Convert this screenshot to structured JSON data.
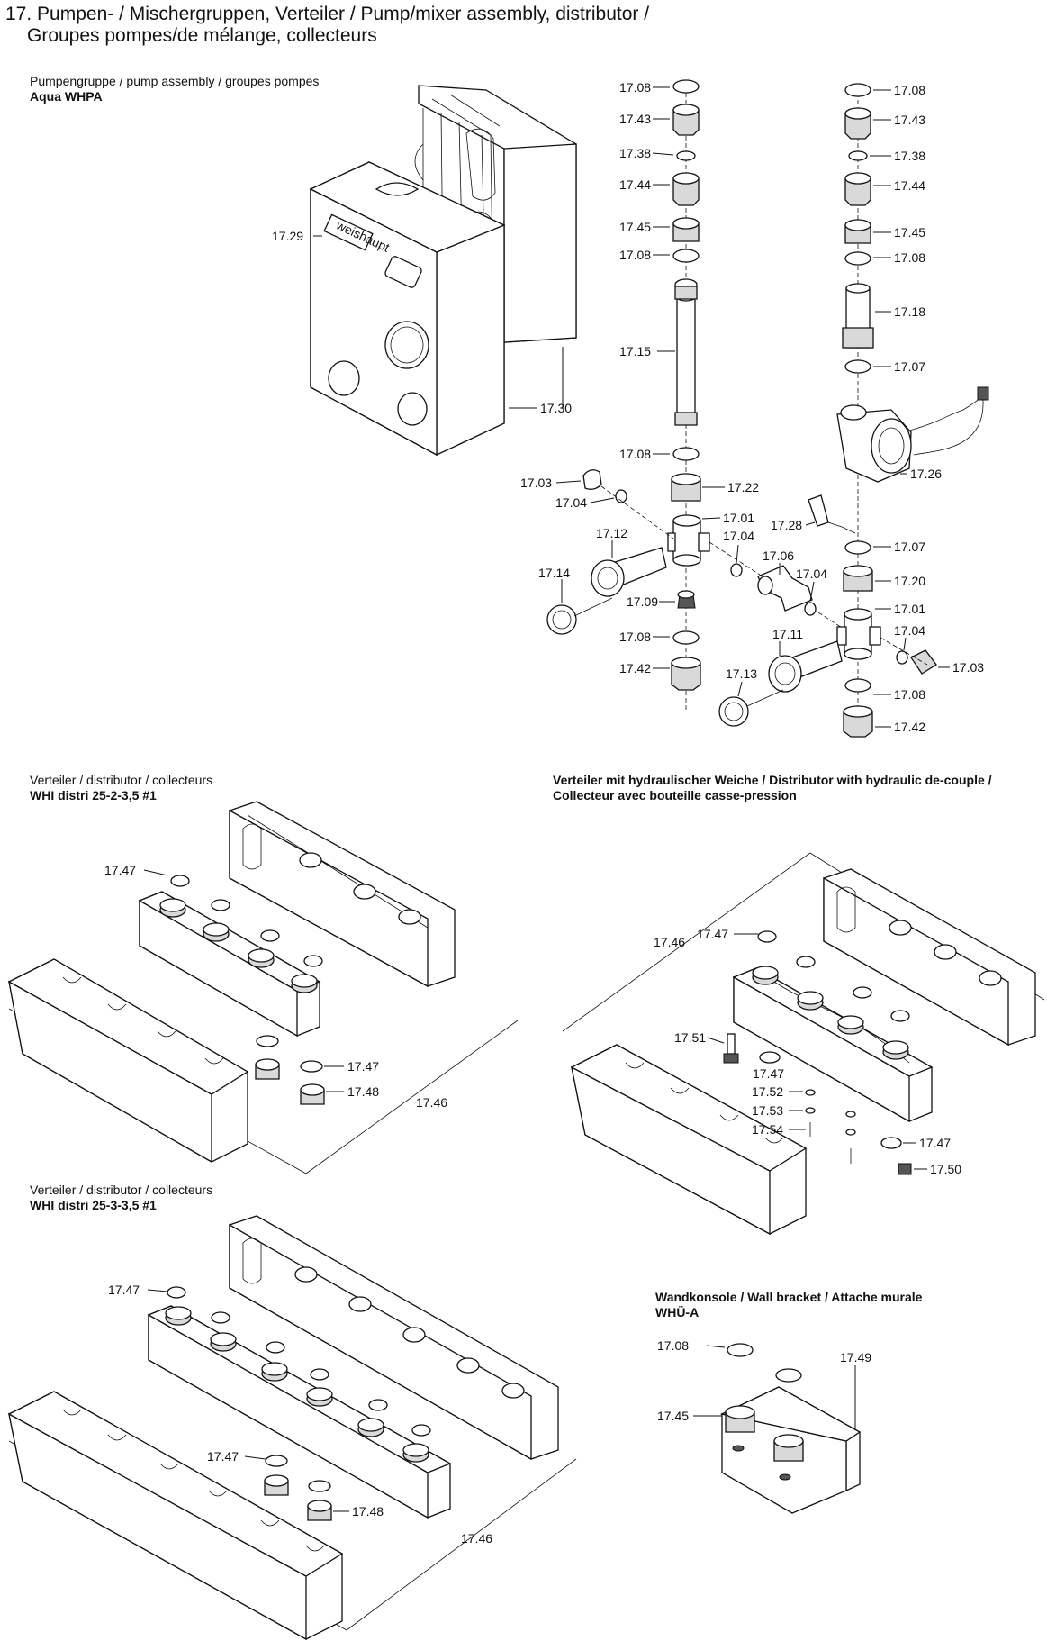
{
  "title": {
    "line1": "17. Pumpen- / Mischergruppen, Verteiler / Pump/mixer assembly, distributor /",
    "line2": "Groupes pompes/de mélange, collecteurs"
  },
  "sections": {
    "pump": {
      "heading": "Pumpengruppe / pump assembly / groupes pompes",
      "model": "Aqua WHPA",
      "brand": "weishaupt"
    },
    "dist1": {
      "heading": "Verteiler / distributor / collecteurs",
      "model": "WHI distri 25-2-3,5 #1"
    },
    "dist_hyd": {
      "heading": "Verteiler mit hydraulischer Weiche / Distributor with hydraulic de-couple /",
      "heading2": "Collecteur avec bouteille casse-pression"
    },
    "dist2": {
      "heading": "Verteiler / distributor / collecteurs",
      "model": "WHI distri 25-3-3,5 #1"
    },
    "bracket": {
      "heading": "Wandkonsole / Wall bracket / Attache murale",
      "model": "WHÜ-A"
    }
  },
  "labels": {
    "p1729": "17.29",
    "p1730": "17.30",
    "a1708a": "17.08",
    "a1743": "17.43",
    "a1738": "17.38",
    "a1744": "17.44",
    "a1745": "17.45",
    "a1708b": "17.08",
    "a1715": "17.15",
    "a1708c": "17.08",
    "a1703": "17.03",
    "a1704a": "17.04",
    "a1722": "17.22",
    "a1701": "17.01",
    "a1712": "17.12",
    "a1704b": "17.04",
    "a1714": "17.14",
    "a1709": "17.09",
    "a1706": "17.06",
    "a1704c": "17.04",
    "a1708d": "17.08",
    "a1742": "17.42",
    "a1711": "17.11",
    "a1713": "17.13",
    "b1708a": "17.08",
    "b1743": "17.43",
    "b1738": "17.38",
    "b1744": "17.44",
    "b1745": "17.45",
    "b1708b": "17.08",
    "b1718": "17.18",
    "b1707a": "17.07",
    "b1726": "17.26",
    "b1728": "17.28",
    "b1707b": "17.07",
    "b1720": "17.20",
    "b1701": "17.01",
    "b1704": "17.04",
    "b1703": "17.03",
    "b1708c": "17.08",
    "b1742": "17.42",
    "d1747a": "17.47",
    "d1747b": "17.47",
    "d1748": "17.48",
    "d1746": "17.46",
    "h1746": "17.46",
    "h1747a": "17.47",
    "h1751": "17.51",
    "h1747b": "17.47",
    "h1752": "17.52",
    "h1753": "17.53",
    "h1754": "17.54",
    "h1747c": "17.47",
    "h1750": "17.50",
    "e1747a": "17.47",
    "e1747b": "17.47",
    "e1748": "17.48",
    "e1746": "17.46",
    "w1708": "17.08",
    "w1749": "17.49",
    "w1745": "17.45"
  }
}
